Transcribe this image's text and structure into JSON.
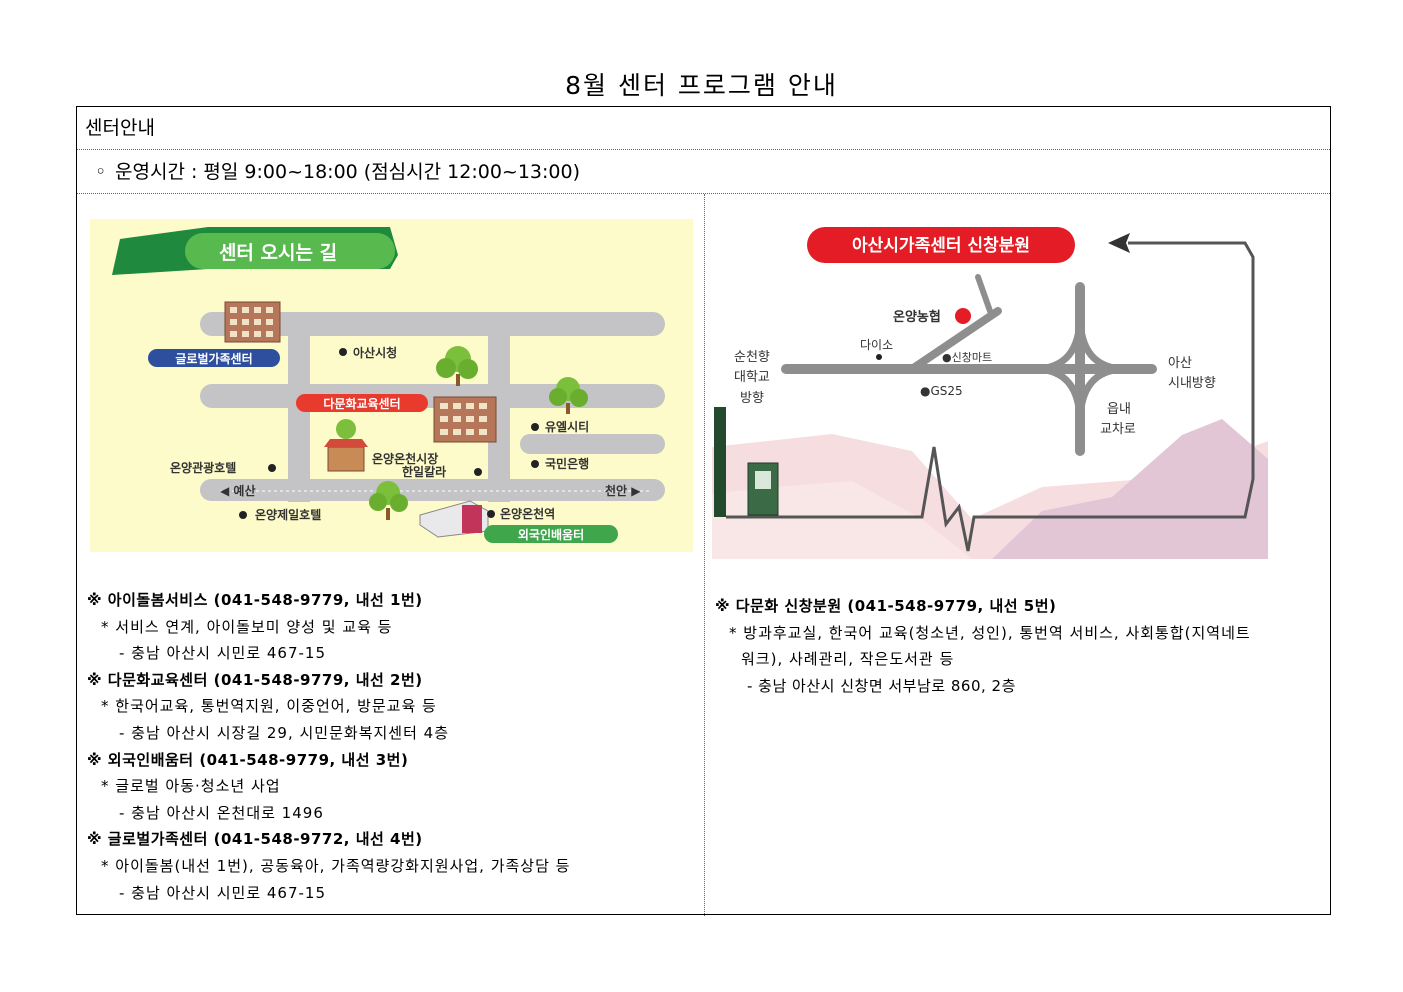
{
  "doc_title": "8월 센터 프로그램 안내",
  "section_title": "센터안내",
  "hours": {
    "bullet": "◦",
    "text": "운영시간 : 평일 9:00~18:00 (점심시간 12:00~13:00)"
  },
  "left_map": {
    "banner": "센터 오시는 길",
    "labels": {
      "global_center": "글로벌가족센터",
      "city_hall": "아산시청",
      "multicultural_center": "다문화교육센터",
      "yuel_city": "유엘시티",
      "kookmin_bank": "국민은행",
      "hotel": "온양관광호텔",
      "market": "온양온천시장",
      "hanil": "한일칼라",
      "yesan": "◀ 예산",
      "cheonan": "천안 ▶",
      "jeil_hotel": "온양제일호텔",
      "station": "온양온천역",
      "foreigner_center": "외국인배움터"
    }
  },
  "right_map": {
    "banner": "아산시가족센터 신창분원",
    "labels": {
      "nonghyup": "온양농협",
      "daiso": "다이소",
      "sinchang_mart": "●신창마트",
      "gs25": "●GS25",
      "univ_1": "순천향",
      "univ_2": "대학교",
      "univ_3": "방향",
      "asan_1": "아산",
      "asan_2": "시내방향",
      "eupnae_1": "읍내",
      "eupnae_2": "교차로"
    }
  },
  "left_info": [
    {
      "head": "※ 아이돌봄서비스 (041-548-9779, 내선 1번)",
      "desc": "* 서비스 연계, 아이돌보미 양성 및 교육 등",
      "addr": "- 충남 아산시 시민로 467-15"
    },
    {
      "head": "※ 다문화교육센터 (041-548-9779, 내선 2번)",
      "desc": "* 한국어교육, 통번역지원, 이중언어, 방문교육 등",
      "addr": "- 충남 아산시 시장길 29, 시민문화복지센터 4층"
    },
    {
      "head": "※ 외국인배움터 (041-548-9779, 내선 3번)",
      "desc": "* 글로벌 아동·청소년 사업",
      "addr": "- 충남 아산시 온천대로 1496"
    },
    {
      "head": "※ 글로벌가족센터 (041-548-9772, 내선 4번)",
      "desc": "* 아이돌봄(내선 1번), 공동육아, 가족역량강화지원사업, 가족상담 등",
      "addr": "- 충남 아산시 시민로 467-15"
    }
  ],
  "right_info": {
    "head": "※ 다문화 신창분원 (041-548-9779, 내선 5번)",
    "desc_1": "* 방과후교실, 한국어 교육(청소년, 성인), 통번역 서비스, 사회통합(지역네트",
    "desc_2": "워크), 사례관리, 작은도서관 등",
    "addr": "- 충남 아산시 신창면 서부남로 860, 2층"
  },
  "colors": {
    "map_bg": "#fdfbc9",
    "road": "#c4c4c6",
    "banner_green": "#58b94f",
    "label_red": "#e83b2e",
    "label_blue": "#2e4f9e",
    "label_green": "#3fa64c",
    "pin_red": "#e31c25",
    "route_line": "#555555"
  }
}
